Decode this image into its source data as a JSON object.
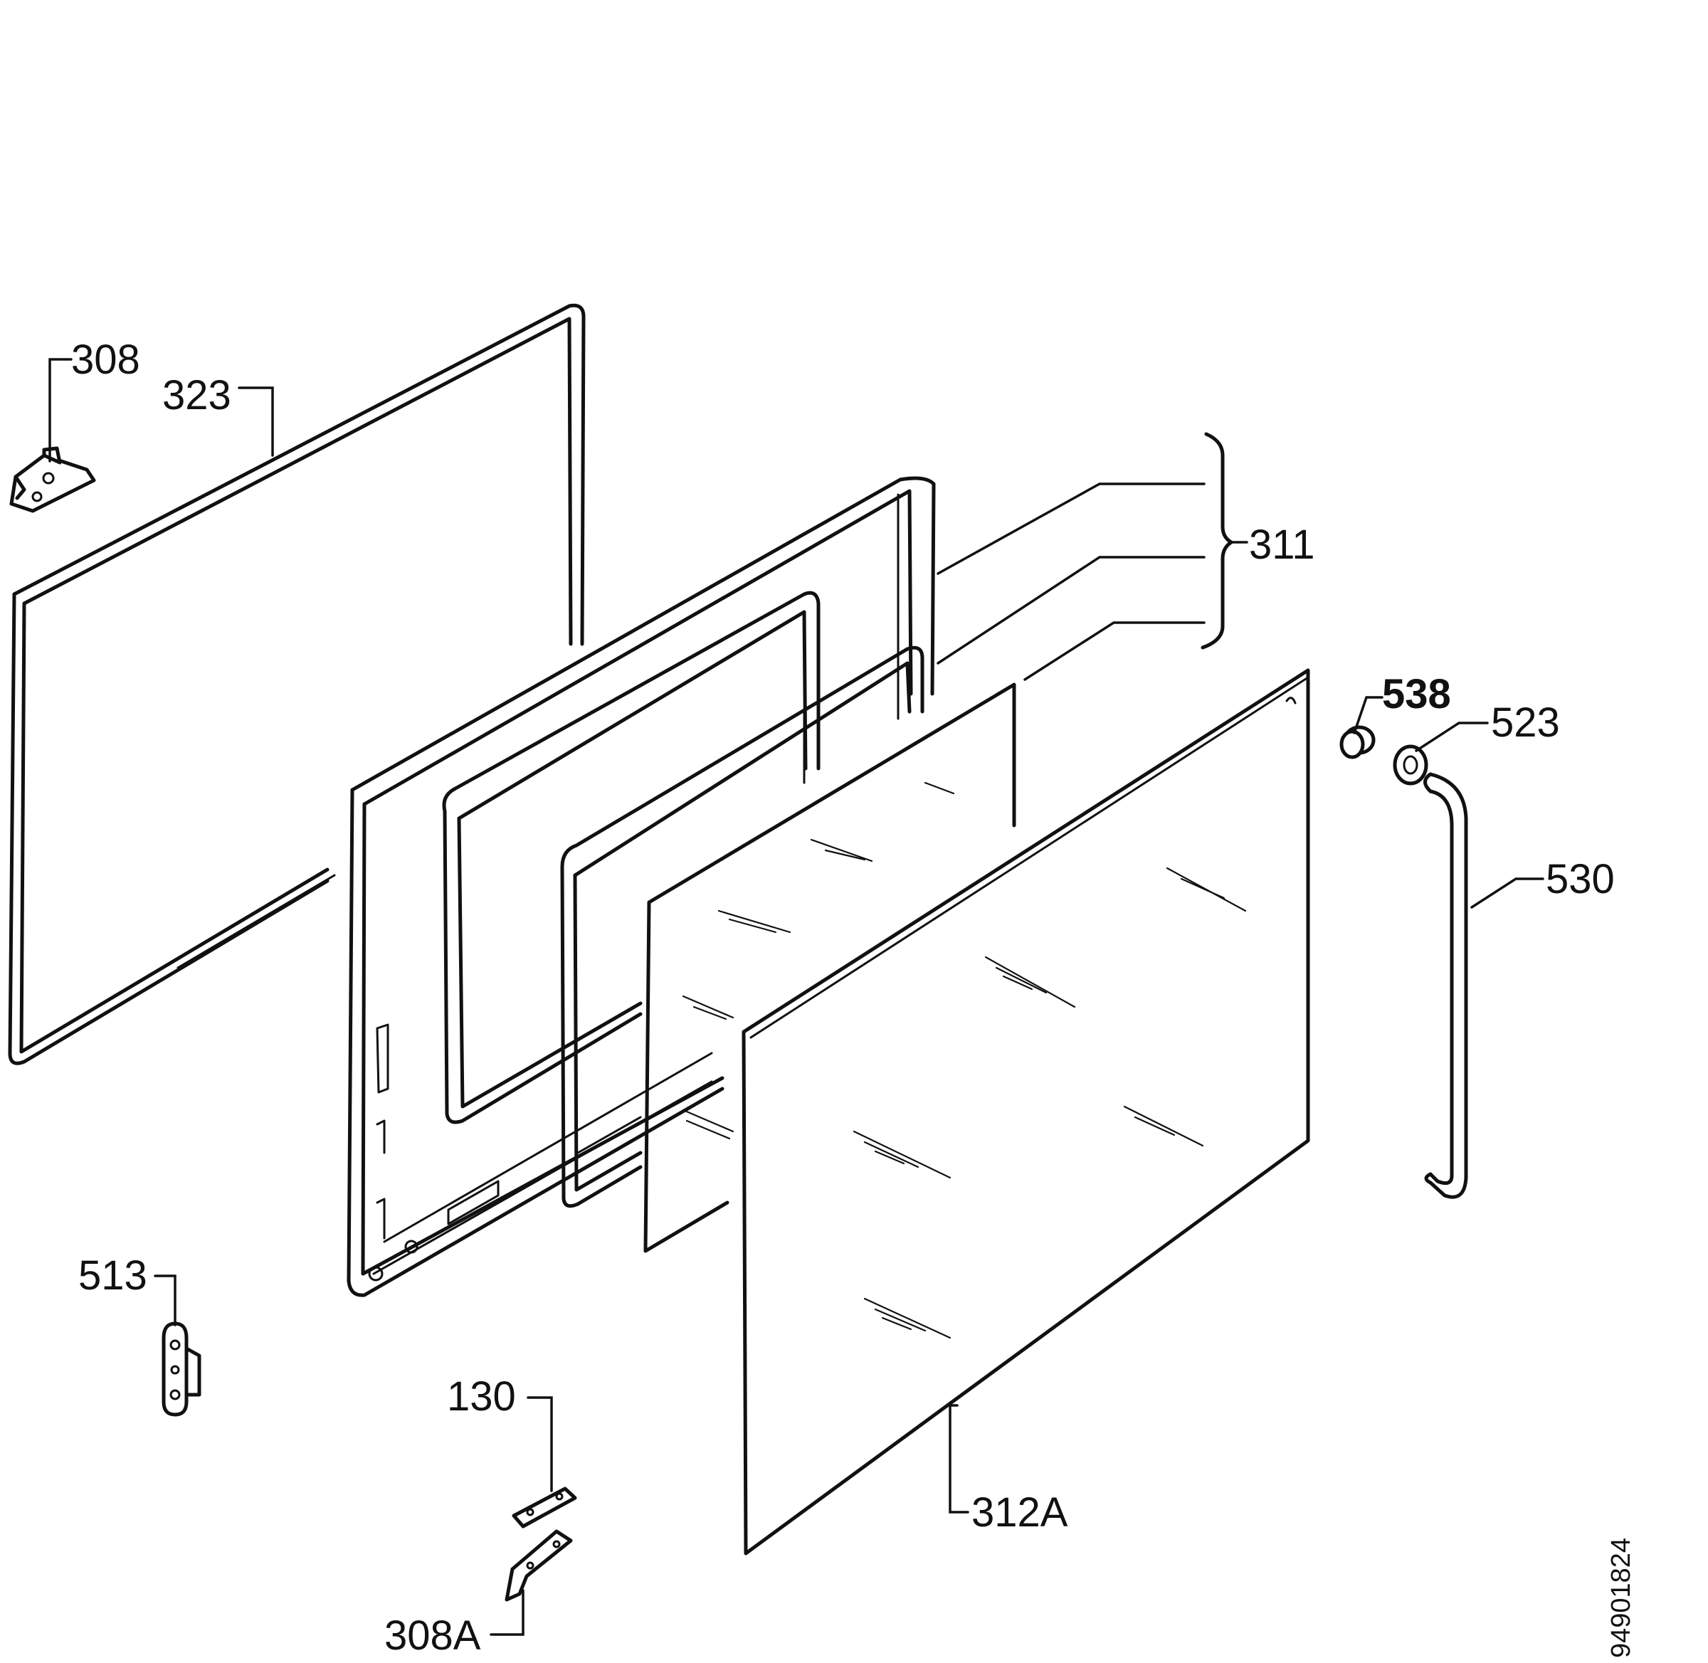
{
  "labels": {
    "p308": "308",
    "p323": "323",
    "p311": "311",
    "p538": "538",
    "p523": "523",
    "p530": "530",
    "p513": "513",
    "p130": "130",
    "p312a": "312A",
    "p308a": "308A"
  },
  "document_number": "94901824"
}
